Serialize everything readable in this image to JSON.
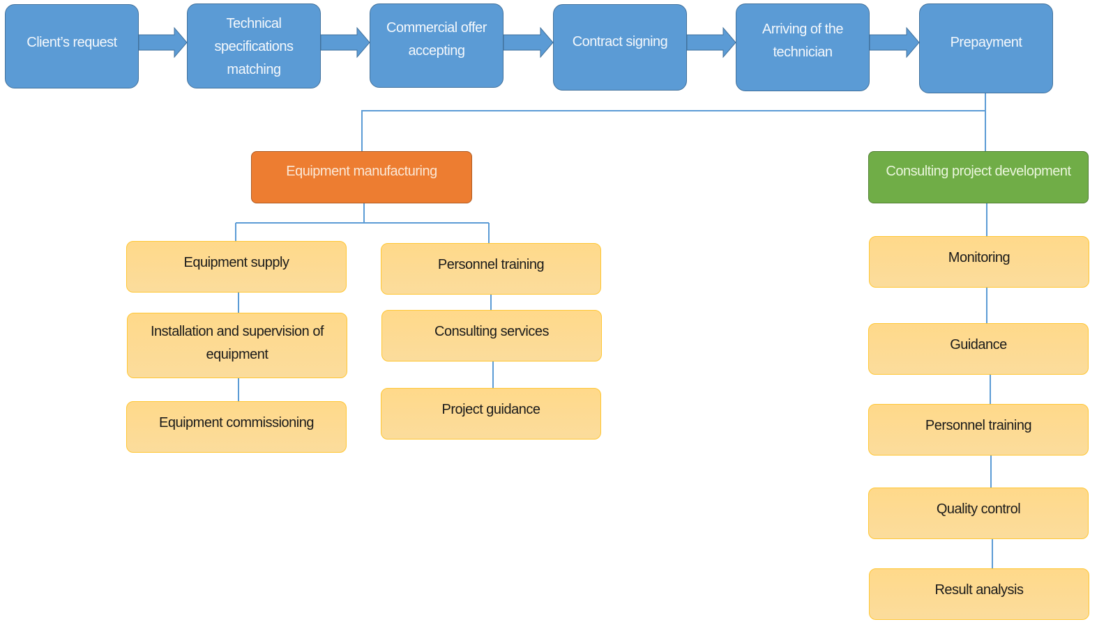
{
  "process": [
    {
      "label": "Client’s request"
    },
    {
      "label": "Technical specifications matching"
    },
    {
      "label": "Commercial offer accepting"
    },
    {
      "label": "Contract signing"
    },
    {
      "label": "Arriving of the technician"
    },
    {
      "label": "Prepayment"
    }
  ],
  "branches": {
    "manufacturing": {
      "label": "Equipment manufacturing"
    },
    "consulting": {
      "label": "Consulting project development"
    }
  },
  "manufacturing_left": [
    {
      "label": "Equipment supply"
    },
    {
      "label": "Installation and supervision of equipment"
    },
    {
      "label": "Equipment commissioning"
    }
  ],
  "manufacturing_right": [
    {
      "label": "Personnel training"
    },
    {
      "label": "Consulting services"
    },
    {
      "label": "Project guidance"
    }
  ],
  "consulting_steps": [
    {
      "label": "Monitoring"
    },
    {
      "label": "Guidance"
    },
    {
      "label": "Personnel training"
    },
    {
      "label": "Quality control"
    },
    {
      "label": "Result analysis"
    }
  ],
  "colors": {
    "process": "#5b9bd5",
    "manufacturing": "#ed7d31",
    "consulting": "#70ad47",
    "task": "#ffd98a",
    "connector": "#5b9bd5"
  }
}
